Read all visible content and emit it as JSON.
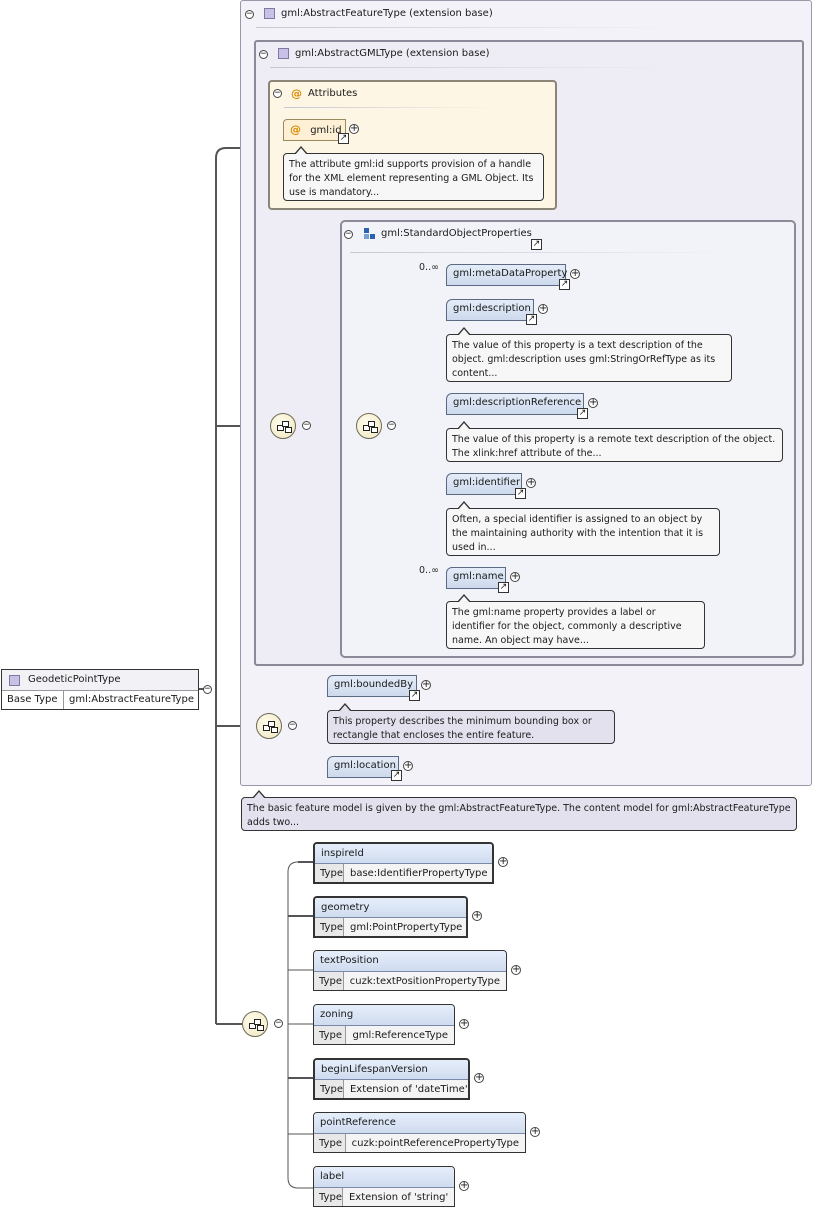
{
  "root": {
    "name": "GeodeticPointType",
    "base_label": "Base Type",
    "base_value": "gml:AbstractFeatureType"
  },
  "abstract_feature": {
    "title": "gml:AbstractFeatureType (extension base)",
    "note": "The basic feature model is given by the gml:AbstractFeatureType. The content model for gml:AbstractFeatureType adds two..."
  },
  "abstract_gml": {
    "title": "gml:AbstractGMLType (extension base)"
  },
  "attributes": {
    "title": "Attributes",
    "id": {
      "name": "gml:id",
      "note": "The attribute gml:id supports provision of a handle for the XML element representing a GML Object. Its use is mandatory..."
    }
  },
  "standard_props": {
    "title": "gml:StandardObjectProperties",
    "items": [
      {
        "name": "gml:metaDataProperty",
        "multiplicity": "0..∞",
        "note": ""
      },
      {
        "name": "gml:description",
        "multiplicity": "",
        "note": "The value of this property is a text description of the object. gml:description uses gml:StringOrRefType as its content..."
      },
      {
        "name": "gml:descriptionReference",
        "multiplicity": "",
        "note": "The value of this property is a remote text description of the object. The xlink:href attribute of the..."
      },
      {
        "name": "gml:identifier",
        "multiplicity": "",
        "note": "Often, a special identifier is assigned to an object by the maintaining authority with the intention that it is used in..."
      },
      {
        "name": "gml:name",
        "multiplicity": "0..∞",
        "note": "The gml:name property provides a label or identifier for the object, commonly a descriptive name. An object may have..."
      }
    ]
  },
  "feature_props": {
    "bounded_by": {
      "name": "gml:boundedBy",
      "note": "This property describes the minimum bounding box or rectangle that encloses the entire feature."
    },
    "location": {
      "name": "gml:location"
    }
  },
  "type_label": "Type",
  "elements": [
    {
      "name": "inspireId",
      "type": "base:IdentifierPropertyType"
    },
    {
      "name": "geometry",
      "type": "gml:PointPropertyType"
    },
    {
      "name": "textPosition",
      "type": "cuzk:textPositionPropertyType"
    },
    {
      "name": "zoning",
      "type": "gml:ReferenceType"
    },
    {
      "name": "beginLifespanVersion",
      "type": "Extension of 'dateTime'"
    },
    {
      "name": "pointReference",
      "type": "cuzk:pointReferencePropertyType"
    },
    {
      "name": "label",
      "type": "Extension of 'string'"
    }
  ],
  "symbols": {
    "collapse": "−",
    "expand": "+",
    "link": "↗",
    "attribute": "@"
  }
}
